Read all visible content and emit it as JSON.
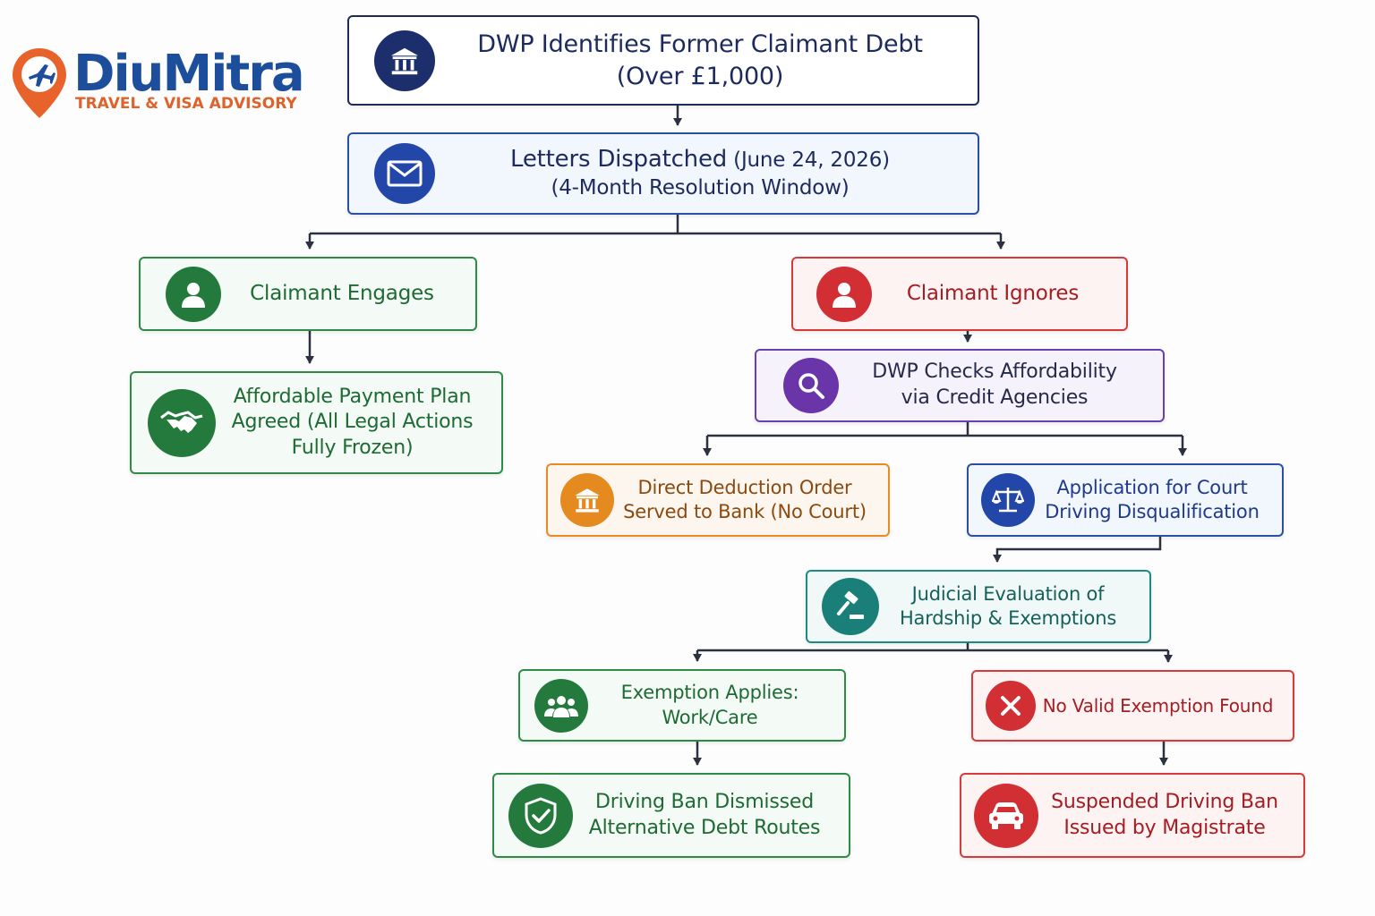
{
  "logo": {
    "brand": "DiuMitra",
    "tagline": "TRAVEL & VISA ADVISORY"
  },
  "colors": {
    "navy": "#1f2a55",
    "blue": "#2c4fa3",
    "green": "#2e8b45",
    "red": "#d63a3a",
    "purple": "#6a3fb0",
    "orange": "#e98a23",
    "teal": "#1e8a82",
    "connector": "#2b3140"
  },
  "nodes": {
    "identify": {
      "line1": "DWP Identifies Former Claimant Debt",
      "line2": "(Over £1,000)",
      "icon": "bank-icon"
    },
    "letters": {
      "title": "Letters Dispatched",
      "date": " (June 24, 2026)",
      "line2": "(4-Month Resolution Window)",
      "icon": "envelope-icon"
    },
    "engages": {
      "text": "Claimant Engages",
      "icon": "person-icon"
    },
    "payment_plan": {
      "line1": "Affordable Payment Plan",
      "line2": "Agreed (All Legal Actions",
      "line3": "Fully Frozen)",
      "icon": "handshake-icon"
    },
    "ignores": {
      "text": "Claimant Ignores",
      "icon": "person-icon"
    },
    "affordability": {
      "line1": "DWP Checks Affordability",
      "line2": "via Credit Agencies",
      "icon": "magnifier-icon"
    },
    "deduction": {
      "line1": "Direct Deduction Order",
      "line2": "Served to Bank (No Court)",
      "icon": "bank-icon"
    },
    "court_app": {
      "line1": "Application for Court",
      "line2": "Driving Disqualification",
      "icon": "scales-icon"
    },
    "judicial": {
      "line1": "Judicial Evaluation of",
      "line2": "Hardship & Exemptions",
      "icon": "gavel-icon"
    },
    "exemption": {
      "line1": "Exemption Applies:",
      "line2": "Work/Care",
      "icon": "group-icon"
    },
    "no_exemption": {
      "text": "No Valid Exemption Found",
      "icon": "x-icon"
    },
    "dismissed": {
      "line1": "Driving Ban Dismissed",
      "line2": "Alternative Debt Routes",
      "icon": "shield-check-icon"
    },
    "suspended": {
      "line1": "Suspended Driving Ban",
      "line2": "Issued by Magistrate",
      "icon": "car-icon"
    }
  }
}
